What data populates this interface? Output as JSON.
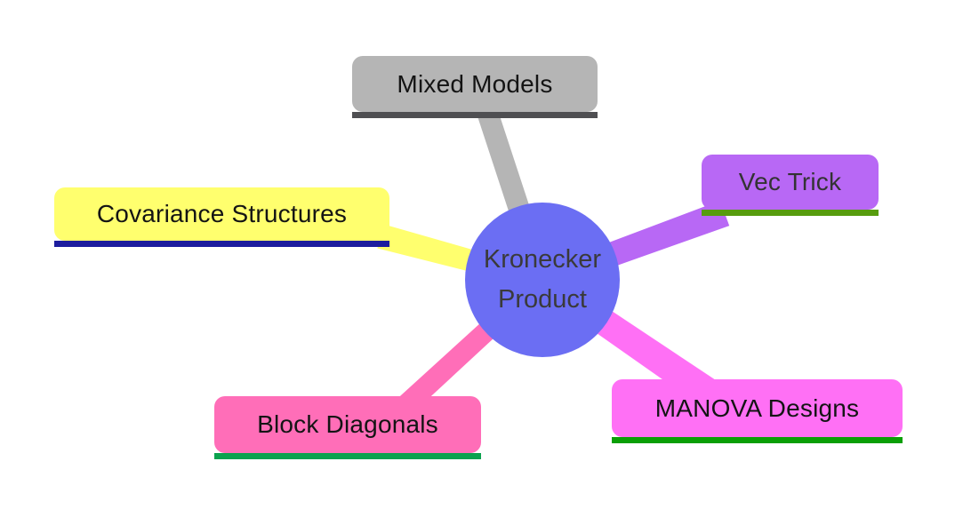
{
  "diagram": {
    "type": "mindmap",
    "background": "#ffffff",
    "center_node": {
      "id": "kronecker-product",
      "label": "Kronecker Product",
      "label_line1": "Kronecker",
      "label_line2": "Product",
      "fill": "#6b6ef3",
      "text_color": "#3a3a3a",
      "shape": "circle"
    },
    "nodes": [
      {
        "id": "mixed-models",
        "label": "Mixed Models",
        "fill": "#b5b5b5",
        "underline_color": "#4f4f52",
        "text_color": "#141414"
      },
      {
        "id": "vec-trick",
        "label": "Vec Trick",
        "fill": "#b868f5",
        "underline_color": "#579c0e",
        "text_color": "#333333"
      },
      {
        "id": "covariance-structures",
        "label": "Covariance Structures",
        "fill": "#ffff6e",
        "underline_color": "#1d1d9e",
        "text_color": "#141414"
      },
      {
        "id": "block-diagonals",
        "label": "Block Diagonals",
        "fill": "#ff6eb8",
        "underline_color": "#0ca24f",
        "text_color": "#141414"
      },
      {
        "id": "manova-designs",
        "label": "MANOVA Designs",
        "fill": "#ff70f5",
        "underline_color": "#0a9f06",
        "text_color": "#141414"
      }
    ],
    "edges": [
      {
        "from": "kronecker-product",
        "to": "mixed-models"
      },
      {
        "from": "kronecker-product",
        "to": "vec-trick"
      },
      {
        "from": "kronecker-product",
        "to": "covariance-structures"
      },
      {
        "from": "kronecker-product",
        "to": "block-diagonals"
      },
      {
        "from": "kronecker-product",
        "to": "manova-designs"
      }
    ]
  }
}
